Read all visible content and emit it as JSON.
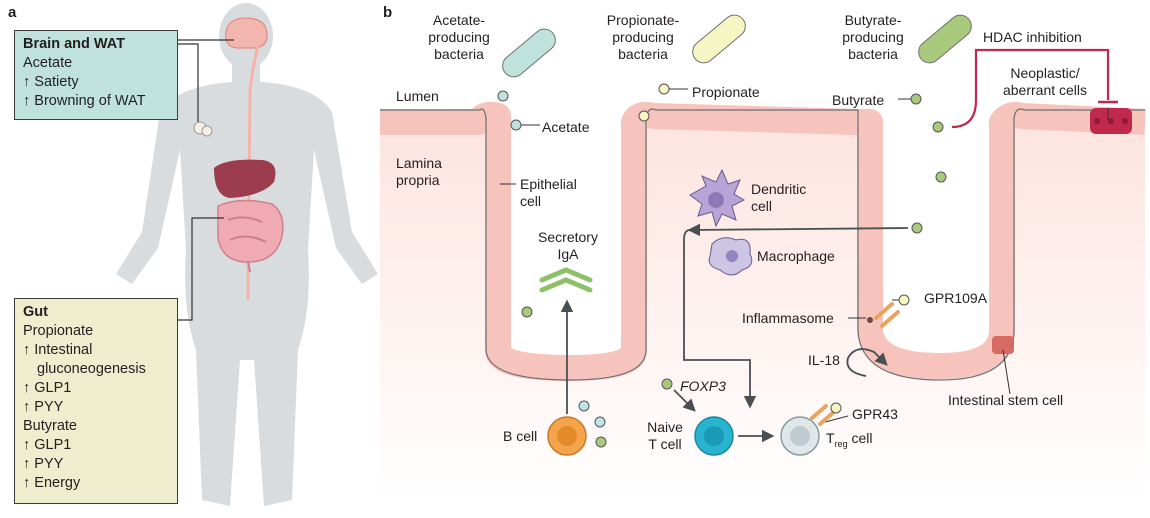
{
  "panel_a": {
    "letter": "a",
    "brain_box": {
      "title": "Brain and WAT",
      "scfa": "Acetate",
      "effects": [
        "↑ Satiety",
        "↑ Browning of WAT"
      ]
    },
    "gut_box": {
      "title": "Gut",
      "groups": [
        {
          "scfa": "Propionate",
          "effects": [
            "↑ Intestinal",
            "gluconeogenesis",
            "↑ GLP1",
            "↑ PYY"
          ]
        },
        {
          "scfa": "Butyrate",
          "effects": [
            "↑ GLP1",
            "↑ PYY",
            "↑ Energy"
          ]
        }
      ]
    }
  },
  "panel_b": {
    "letter": "b",
    "bacteria": [
      {
        "line1": "Acetate-",
        "line2": "producing",
        "line3": "bacteria",
        "color": "#bfe3dc"
      },
      {
        "line1": "Propionate-",
        "line2": "producing",
        "line3": "bacteria",
        "color": "#f6f5c4"
      },
      {
        "line1": "Butyrate-",
        "line2": "producing",
        "line3": "bacteria",
        "color": "#a9c97d"
      }
    ],
    "scfa_labels": {
      "acetate": "Acetate",
      "propionate": "Propionate",
      "butyrate": "Butyrate"
    },
    "regions": {
      "lumen": "Lumen",
      "lamina_line1": "Lamina",
      "lamina_line2": "propria"
    },
    "hdac": {
      "label": "HDAC inhibition",
      "neoplastic_line1": "Neoplastic/",
      "neoplastic_line2": "aberrant cells"
    },
    "cells": {
      "epithelial_line1": "Epithelial",
      "epithelial_line2": "cell",
      "secretory_line1": "Secretory",
      "secretory_line2": "IgA",
      "dendritic_line1": "Dendritic",
      "dendritic_line2": "cell",
      "macrophage": "Macrophage",
      "gpr109a": "GPR109A",
      "inflammasome": "Inflammasome",
      "il18": "IL-18",
      "stem_cell": "Intestinal stem cell",
      "foxp3": "FOXP3",
      "b_cell": "B cell",
      "naive_line1": "Naive",
      "naive_line2": "T cell",
      "gpr43": "GPR43",
      "treg_main": "T",
      "treg_sub": "reg",
      "treg_suffix": "cell"
    },
    "colors": {
      "acetate_dot": "#bfe3dc",
      "propionate_dot": "#f6f5c4",
      "butyrate_dot": "#a9c97d",
      "hdac_red": "#c0294b",
      "epithelium": "#f9d5cf",
      "lamina": "#fde9e6",
      "dendritic": "#b8a4d6",
      "b_cell": "#f4a44a",
      "naive_t": "#28b4cf",
      "treg": "#dfe7ea",
      "receptor": "#e8a45e",
      "iga": "#8dc067"
    }
  }
}
